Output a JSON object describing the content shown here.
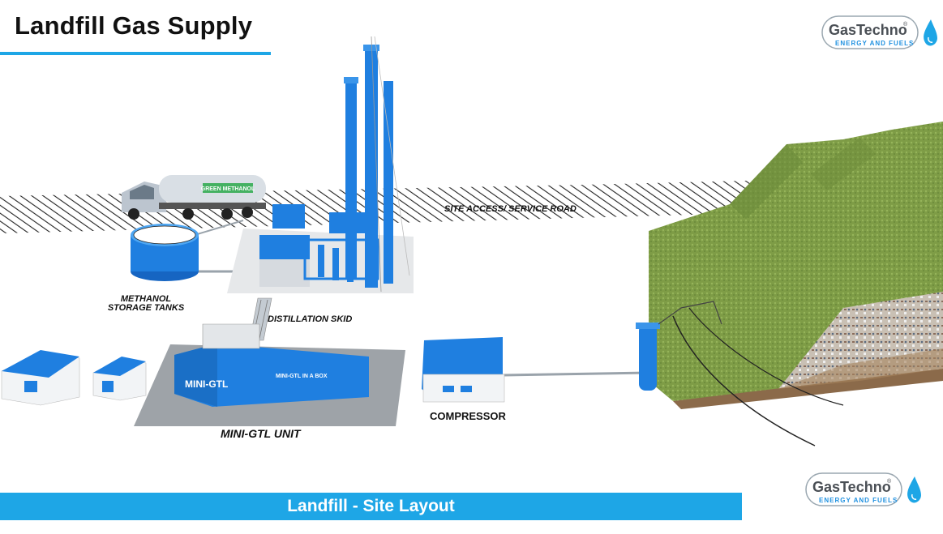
{
  "header": {
    "title": "Landfill Gas Supply"
  },
  "logo": {
    "name": "GasTechno",
    "registered": "®",
    "tagline": "ENERGY AND FUELS"
  },
  "labels": {
    "road": "SITE ACCESS/ SERVICE ROAD",
    "methanol_line1": "METHANOL",
    "methanol_line2": "STORAGE TANKS",
    "distillation": "DISTILLATION SKID",
    "compressor": "COMPRESSOR",
    "mini_gtl_unit": "MINI-GTL UNIT"
  },
  "equipment_text": {
    "container_brand": "MINI-GTL",
    "container_slogan": "MINI-GTL IN A BOX",
    "truck_tank": "GREEN METHANOL"
  },
  "footer": {
    "banner": "Landfill - Site Layout"
  },
  "colors": {
    "accent": "#1ea6e6",
    "equipment_blue": "#1f7fe0",
    "landfill_green": "#7b9b44"
  }
}
